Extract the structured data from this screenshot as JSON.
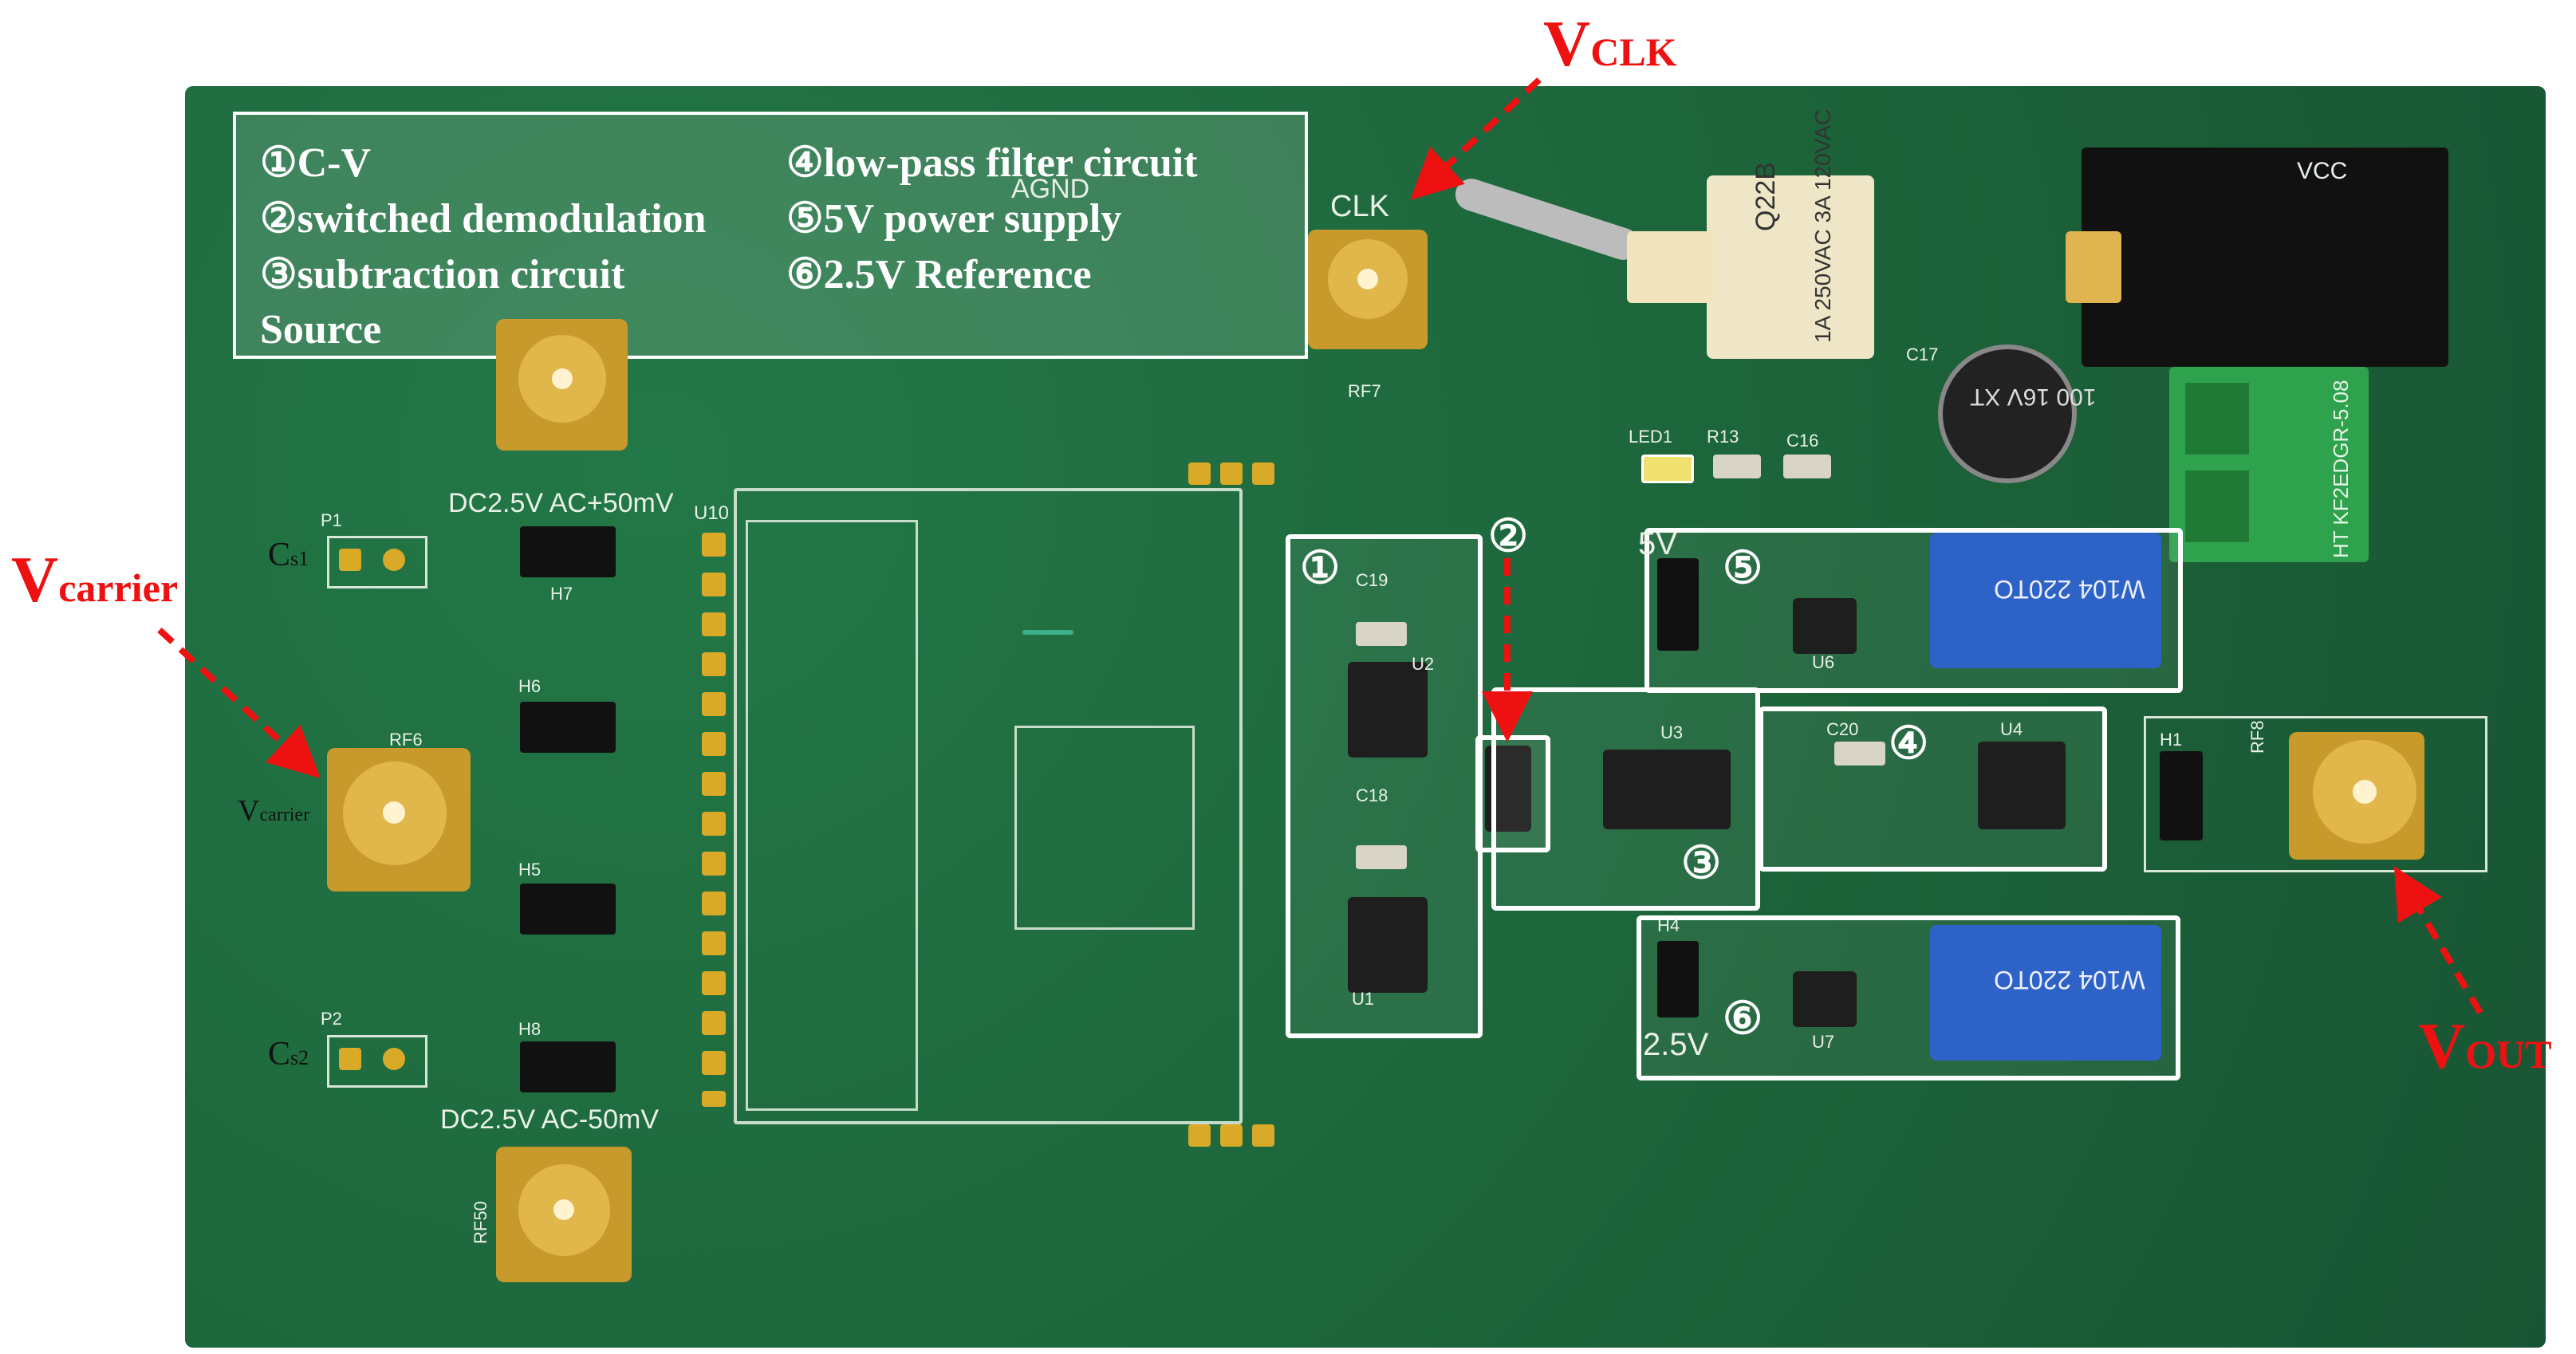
{
  "legend": {
    "item1": "①C-V",
    "item2": "②switched demodulation",
    "item3": "③subtraction circuit",
    "item3_cont": "Source",
    "item4": "④low-pass filter circuit",
    "item5": "⑤5V power supply",
    "item6": "⑥2.5V Reference"
  },
  "callouts": {
    "vclk_main": "V",
    "vclk_sub": "CLK",
    "vcarrier_main": "V",
    "vcarrier_sub": "carrier",
    "vout_main": "V",
    "vout_sub": "OUT",
    "vcarrier_small_main": "V",
    "vcarrier_small_sub": "carrier",
    "cs1_main": "C",
    "cs1_sub": "s1",
    "cs2_main": "C",
    "cs2_sub": "s2"
  },
  "region_numbers": {
    "n1": "①",
    "n2": "②",
    "n3": "③",
    "n4": "④",
    "n5": "⑤",
    "n6": "⑥"
  },
  "silkscreen": {
    "agnd": "AGND",
    "clk": "CLK",
    "rf7": "RF7",
    "rf6": "RF6",
    "rf8": "RF8",
    "rf50": "RF50",
    "dc_plus": "DC2.5V AC+50mV",
    "dc_minus": "DC2.5V AC-50mV",
    "p1": "P1",
    "p2": "P2",
    "h7": "H7",
    "h6": "H6",
    "h5": "H5",
    "h8": "H8",
    "h1": "H1",
    "h4": "H4",
    "u10": "U10",
    "u1": "U1",
    "u2": "U2",
    "u3": "U3",
    "u4": "U4",
    "u6": "U6",
    "u7": "U7",
    "c17": "C17",
    "c18": "C18",
    "c19": "C19",
    "c20": "C20",
    "c16": "C16",
    "r13": "R13",
    "led1": "LED1",
    "v5": "5V",
    "v25": "2.5V",
    "q22b": "Q22B",
    "switch_rating": "1A 250VAC 3A 120VAC",
    "cap_marking": "100 16V XT",
    "terminal": "HT KF2EDGR-5.08",
    "pot_marking": "W104 220TO",
    "vcc": "VCC"
  },
  "colors": {
    "board": "#1f6b3f",
    "callout_red": "#ee1111",
    "box_white": "#ffffff"
  }
}
